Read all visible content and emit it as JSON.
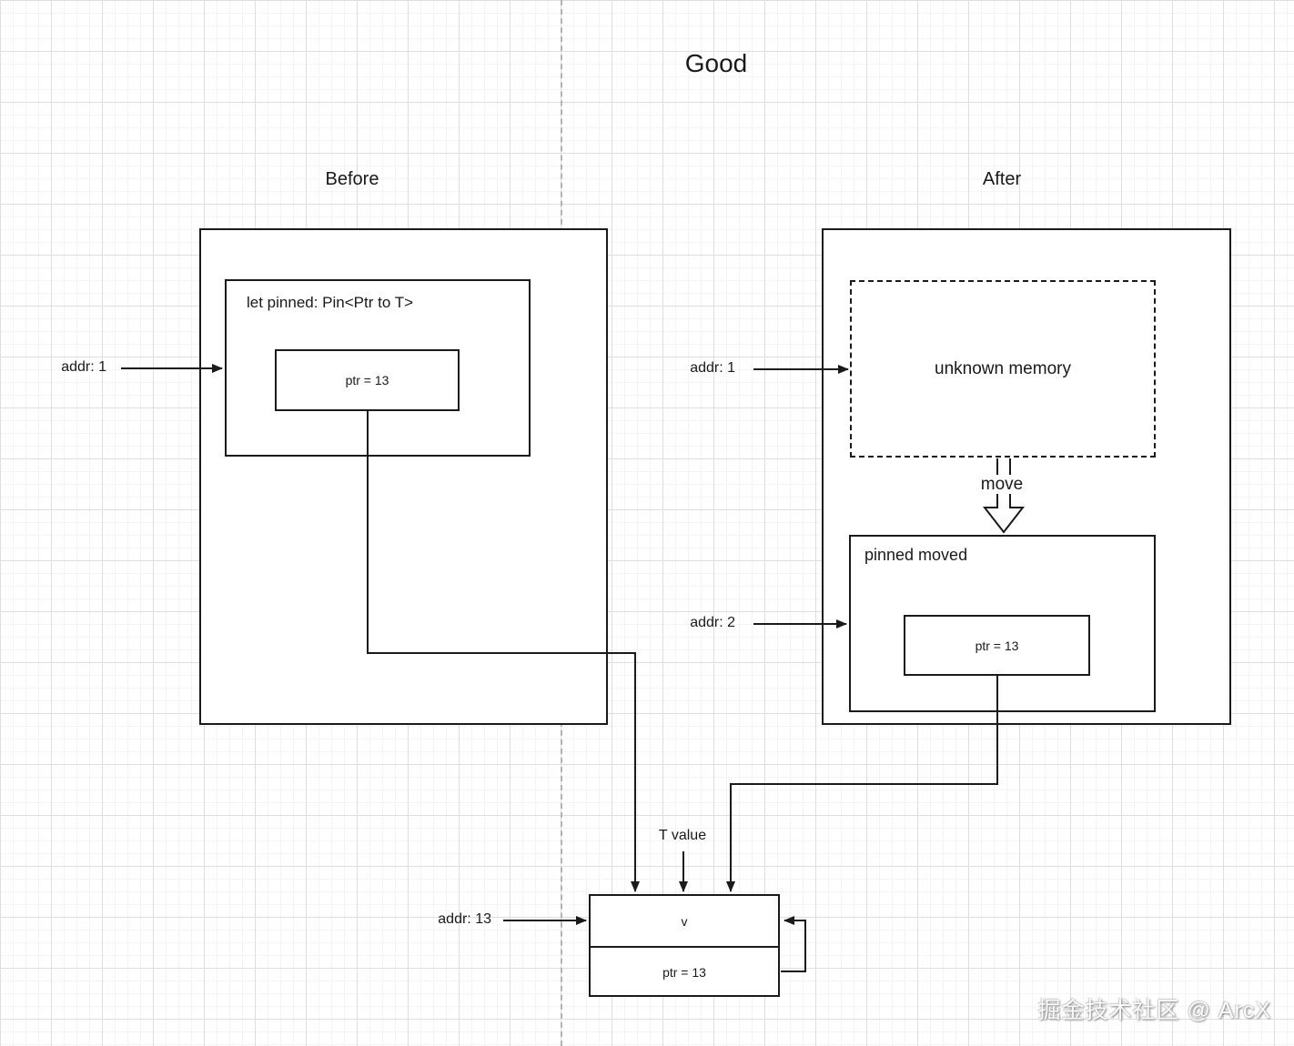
{
  "title": "Good",
  "watermark": "掘金技术社区 @ ArcX",
  "before": {
    "label": "Before",
    "addr_label": "addr: 1",
    "pinned_box_label": "let pinned: Pin<Ptr to T>",
    "ptr_label": "ptr = 13"
  },
  "after": {
    "label": "After",
    "addr1_label": "addr: 1",
    "addr2_label": "addr: 2",
    "unknown_memory_label": "unknown memory",
    "move_label": "move",
    "pinned_moved_label": "pinned moved",
    "ptr_label": "ptr = 13"
  },
  "value_box": {
    "addr_label": "addr: 13",
    "t_value_label": "T value",
    "v_label": "v",
    "ptr_label": "ptr = 13"
  },
  "colors": {
    "stroke": "#1a1a1a",
    "grid_major": "#dedede",
    "grid_minor": "#f4f4f4",
    "separator_dash": "#b3b3b3",
    "watermark_fill": "#fbfbfb"
  }
}
